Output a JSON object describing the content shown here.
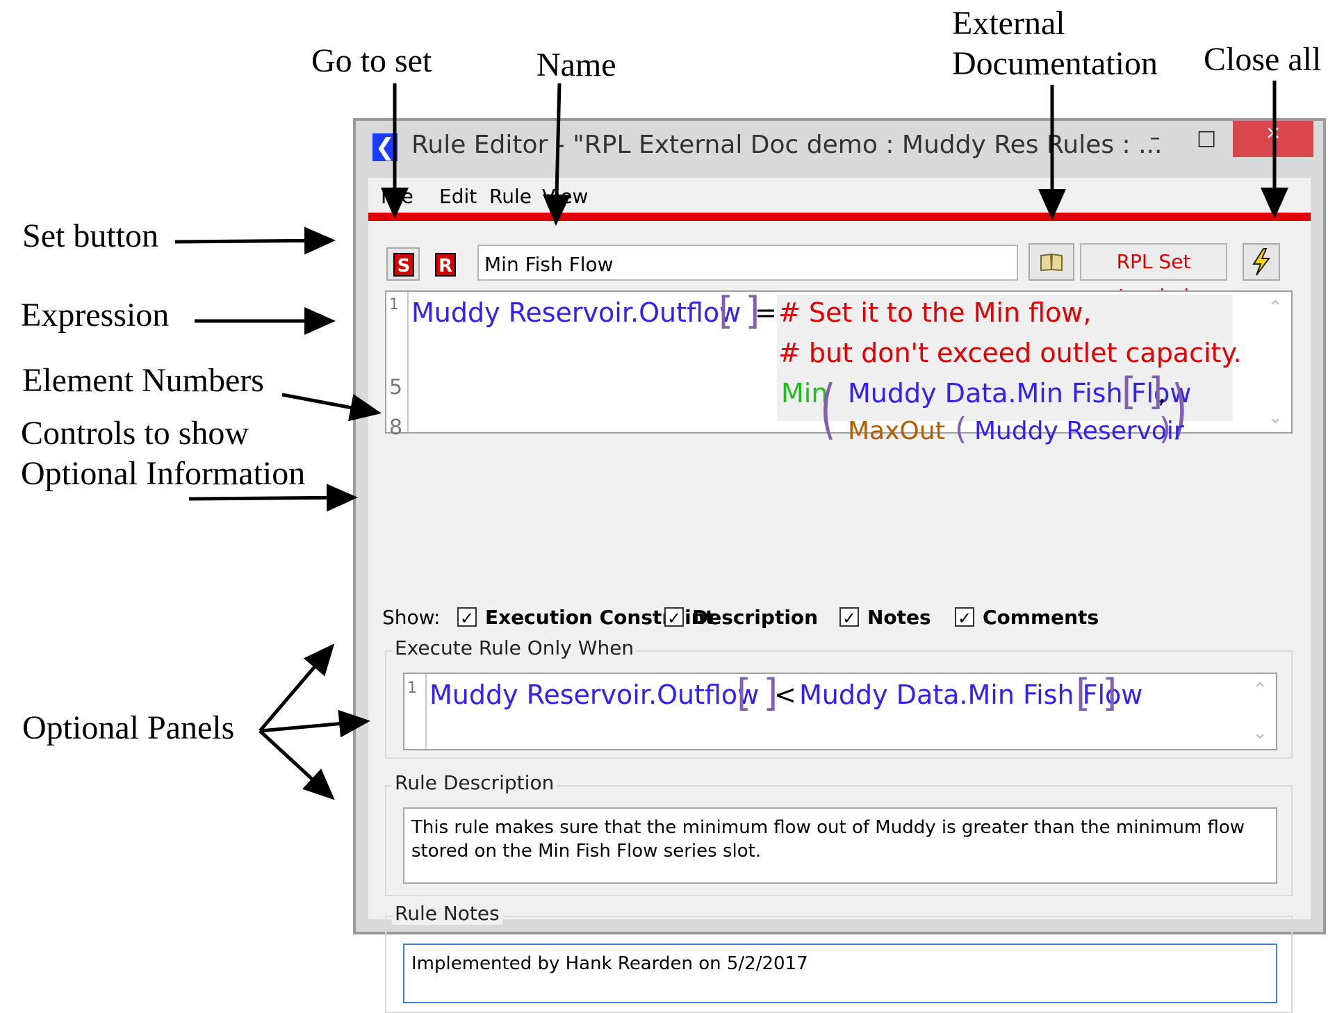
{
  "annotations": {
    "go_to_set": "Go to set",
    "name": "Name",
    "external_doc_line1": "External",
    "external_doc_line2": "Documentation",
    "close_all": "Close all",
    "set_button": "Set button",
    "expression": "Expression",
    "element_numbers": "Element Numbers",
    "controls_line1": "Controls to show",
    "controls_line2": "Optional Information",
    "optional_panels": "Optional Panels"
  },
  "window": {
    "title": "Rule Editor - \"RPL External Doc demo : Muddy Res Rules : ...",
    "minimize": "–",
    "maximize": "□",
    "close": "×"
  },
  "menu": [
    "File",
    "Edit",
    "Rule",
    "View"
  ],
  "toolbar": {
    "set_icon": "S",
    "rule_icon": "R",
    "name_value": "Min Fish Flow",
    "book_icon": "book-icon",
    "rpl_set_loaded": "RPL Set Loaded",
    "close_all_icon": "lightning-icon"
  },
  "expression": {
    "line_numbers": [
      "1",
      "5",
      "8"
    ],
    "lhs": "Muddy Reservoir.Outflow",
    "equals": "=",
    "comment1": "# Set it to the Min flow,",
    "comment2": "# but don't exceed outlet capacity.",
    "func_min": "Min",
    "arg1": "Muddy Data.Min Fish Flow",
    "comma": ",",
    "func_maxout": "MaxOut",
    "arg2": "Muddy Reservoir"
  },
  "show": {
    "label": "Show:",
    "options": [
      {
        "label": "Execution Constraint",
        "checked": true
      },
      {
        "label": "Description",
        "checked": true
      },
      {
        "label": "Notes",
        "checked": true
      },
      {
        "label": "Comments",
        "checked": true
      }
    ]
  },
  "execution": {
    "title": "Execute Rule Only When",
    "line_number": "1",
    "lhs": "Muddy Reservoir.Outflow",
    "op": "<",
    "rhs": "Muddy Data.Min Fish Flow"
  },
  "description": {
    "title": "Rule Description",
    "text": "This rule makes sure that the minimum flow out of Muddy is greater than the minimum flow stored on the Min Fish Flow series slot."
  },
  "notes": {
    "title": "Rule Notes",
    "text": "Implemented by Hank Rearden on 5/2/2017"
  }
}
